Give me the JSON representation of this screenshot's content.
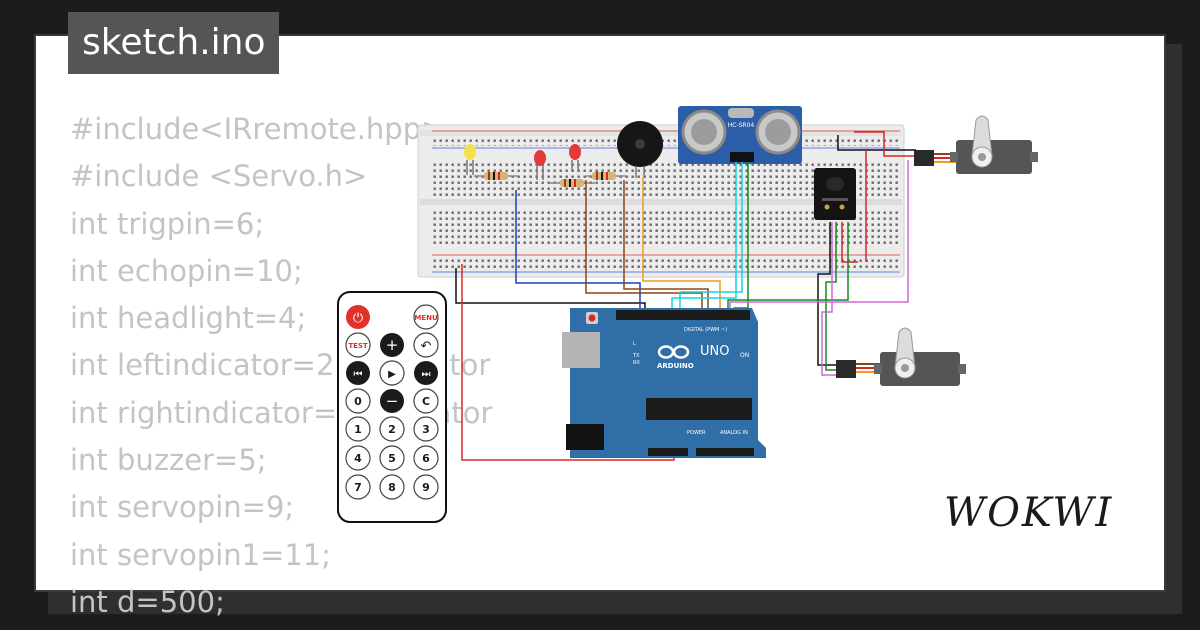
{
  "title": "sketch.ino",
  "code_lines": [
    "#include<IRremote.hpp>",
    "#include <Servo.h>",
    "int trigpin=6;",
    "int echopin=10;",
    "int headlight=4;",
    "int leftindicator=2;  indicator",
    "int rightindicator=   indicator",
    "int buzzer=5;",
    "int servopin=9;",
    "int servopin1=11;",
    "int d=500;"
  ],
  "brand": "WOKWI",
  "board": {
    "name": "UNO",
    "maker": "ARDUINO",
    "header_digital": "DIGITAL (PWM ~)",
    "header_power": "POWER",
    "header_analog": "ANALOG IN",
    "pin_on": "ON",
    "pin_l": "L",
    "pin_tx": "TX",
    "pin_rx": "RX"
  },
  "sensor": {
    "label": "HC-SR04"
  },
  "remote": {
    "power": "⏻",
    "menu": "MENU",
    "test": "TEST",
    "plus": "+",
    "back": "↶",
    "prev": "⏮",
    "play": "▶",
    "next": "⏭",
    "zero": "0",
    "minus": "−",
    "clear": "C",
    "digits": [
      "1",
      "2",
      "3",
      "4",
      "5",
      "6",
      "7",
      "8",
      "9"
    ]
  },
  "colors": {
    "board": "#2f6ea6",
    "breadboard": "#ececec",
    "wire_red": "#d62828",
    "wire_black": "#111111",
    "wire_blue": "#1d3fb8",
    "wire_cyan": "#16d4e0",
    "wire_green": "#138a1f",
    "wire_brown": "#8b4513",
    "wire_orange": "#f29a1c",
    "wire_magenta": "#d266d9",
    "code_text": "#c4c4c4"
  }
}
